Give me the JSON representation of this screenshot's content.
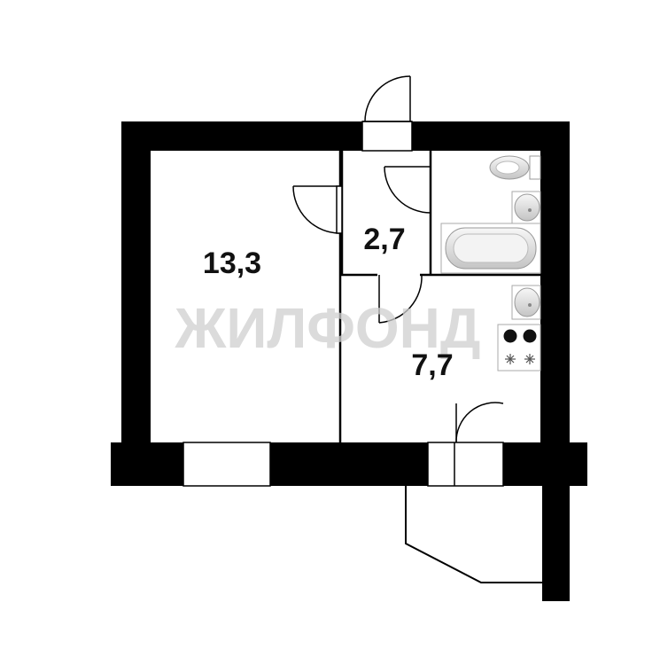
{
  "plan": {
    "watermark": "ЖИЛФОНД",
    "rooms": {
      "living": {
        "area": "13,3"
      },
      "bathroom": {
        "area": "2,7"
      },
      "kitchen": {
        "area": "7,7"
      }
    }
  },
  "colors": {
    "wall": "#000000",
    "background": "#ffffff",
    "watermark": "#cfcfcf",
    "fixture": "#d8d8d8"
  }
}
